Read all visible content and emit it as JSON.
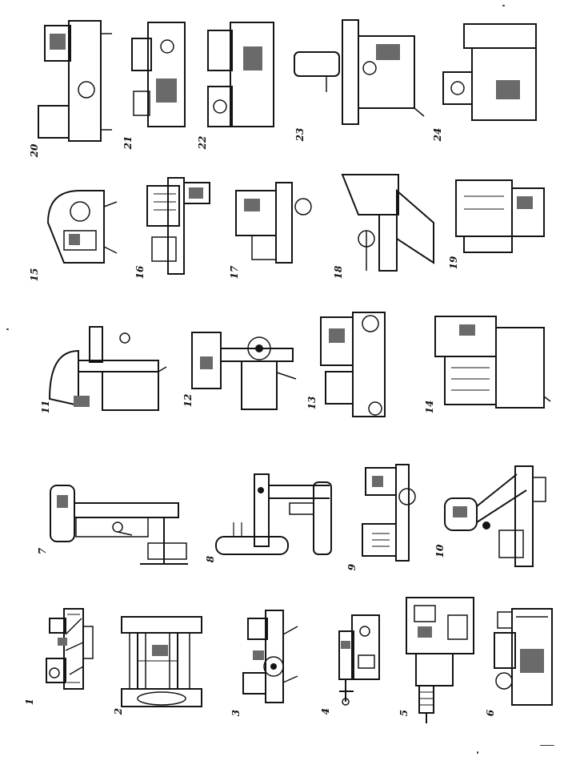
{
  "figure": {
    "numbers": [
      "1",
      "2",
      "3",
      "4",
      "5",
      "6",
      "7",
      "8",
      "9",
      "10",
      "11",
      "12",
      "13",
      "14",
      "15",
      "16",
      "17",
      "18",
      "19",
      "20",
      "21",
      "22",
      "23",
      "24"
    ]
  },
  "colors": {
    "ink": "#141414",
    "paper": "#ffffff",
    "shade": "#6a6a6a"
  },
  "machines": [
    {
      "n": "1",
      "kind": "lathe"
    },
    {
      "n": "2",
      "kind": "two-column-machine"
    },
    {
      "n": "3",
      "kind": "lathe"
    },
    {
      "n": "4",
      "kind": "lathe"
    },
    {
      "n": "5",
      "kind": "cabinet-machine"
    },
    {
      "n": "6",
      "kind": "cabinet-machine"
    },
    {
      "n": "7",
      "kind": "column-drill"
    },
    {
      "n": "8",
      "kind": "radial-drill"
    },
    {
      "n": "9",
      "kind": "bed-machine"
    },
    {
      "n": "10",
      "kind": "column-machine"
    },
    {
      "n": "11",
      "kind": "cabinet-machine"
    },
    {
      "n": "12",
      "kind": "lathe"
    },
    {
      "n": "13",
      "kind": "cabinet-machine"
    },
    {
      "n": "14",
      "kind": "cabinet-machine"
    },
    {
      "n": "15",
      "kind": "lathe"
    },
    {
      "n": "16",
      "kind": "bed-machine"
    },
    {
      "n": "17",
      "kind": "cabinet-machine"
    },
    {
      "n": "18",
      "kind": "column-machine"
    },
    {
      "n": "19",
      "kind": "cabinet-machine"
    },
    {
      "n": "20",
      "kind": "lathe"
    },
    {
      "n": "21",
      "kind": "cabinet-machine"
    },
    {
      "n": "22",
      "kind": "cabinet-machine"
    },
    {
      "n": "23",
      "kind": "column-machine"
    },
    {
      "n": "24",
      "kind": "cabinet-machine"
    }
  ]
}
